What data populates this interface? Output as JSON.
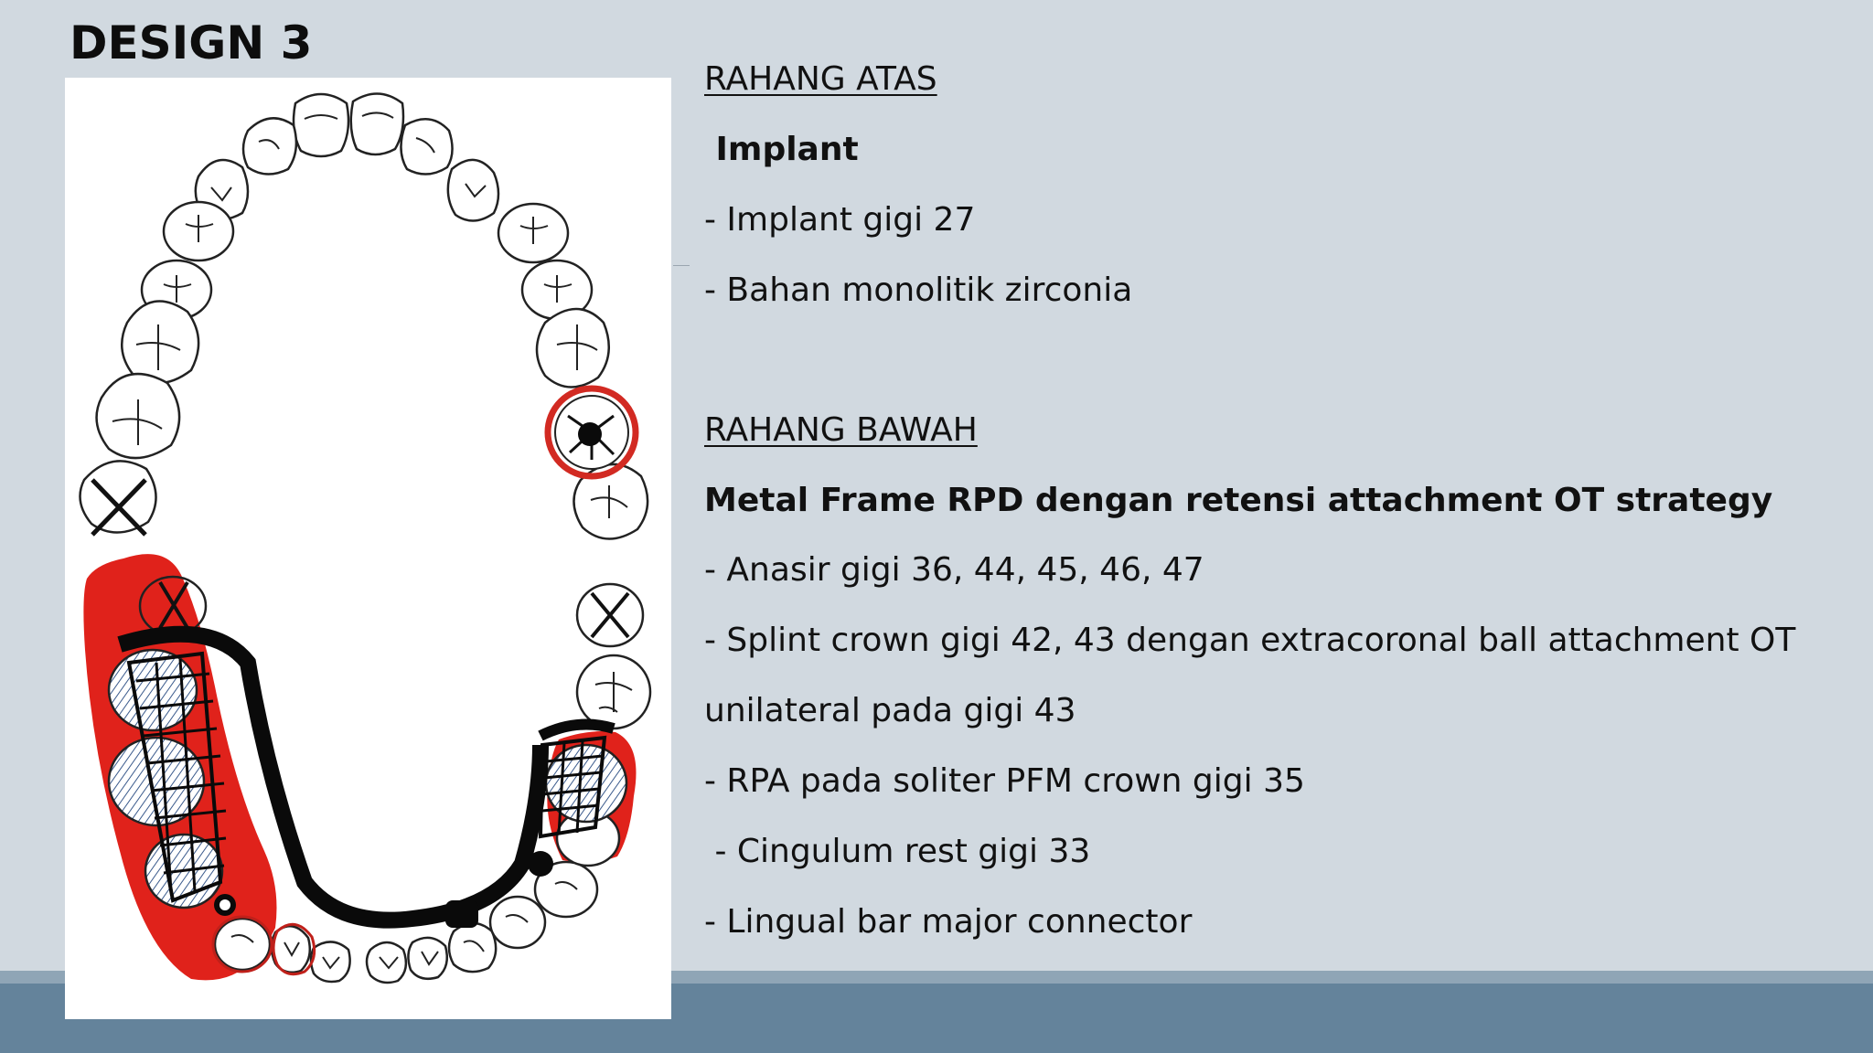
{
  "slide": {
    "title": "DESIGN 3"
  },
  "upper_jaw": {
    "heading": "RAHANG ATAS",
    "subheading": " Implant",
    "items": [
      "- Implant gigi 27",
      "- Bahan monolitik zirconia"
    ]
  },
  "lower_jaw": {
    "heading": "RAHANG BAWAH",
    "subheading": "Metal Frame RPD dengan retensi attachment OT strategy",
    "items": [
      "- Anasir gigi 36, 44, 45, 46, 47",
      "- Splint crown gigi 42, 43 dengan extracoronal ball attachment OT",
      "unilateral pada gigi 43",
      "- RPA pada soliter PFM crown gigi 35",
      " - Cingulum rest gigi 33",
      "- Lingual bar major connector"
    ]
  },
  "colors": {
    "background": "#d1d9e0",
    "footer": "#64839b",
    "denture_base": "#e0221b",
    "metal_frame": "#0a0a0a",
    "hatch": "#3a5a8c"
  }
}
